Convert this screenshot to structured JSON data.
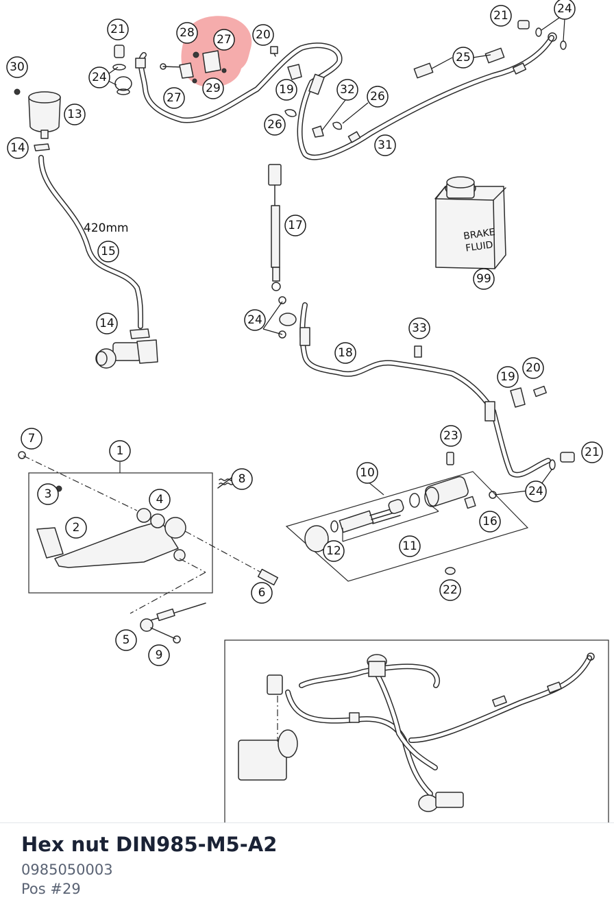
{
  "diagram": {
    "highlight_color": "#f08080",
    "dimension_label": "420mm",
    "can_label_line1": "BRAKE",
    "can_label_line2": "FLUID",
    "callouts": [
      "1",
      "2",
      "3",
      "4",
      "5",
      "6",
      "7",
      "8",
      "9",
      "10",
      "11",
      "12",
      "13",
      "14",
      "14",
      "15",
      "16",
      "17",
      "18",
      "19",
      "19",
      "20",
      "20",
      "21",
      "21",
      "21",
      "22",
      "23",
      "24",
      "24",
      "24",
      "24",
      "24",
      "25",
      "26",
      "26",
      "27",
      "27",
      "28",
      "29",
      "30",
      "31",
      "32",
      "33",
      "99"
    ]
  },
  "part": {
    "name": "Hex nut DIN985-M5-A2",
    "number": "0985050003",
    "position": "Pos #29"
  }
}
